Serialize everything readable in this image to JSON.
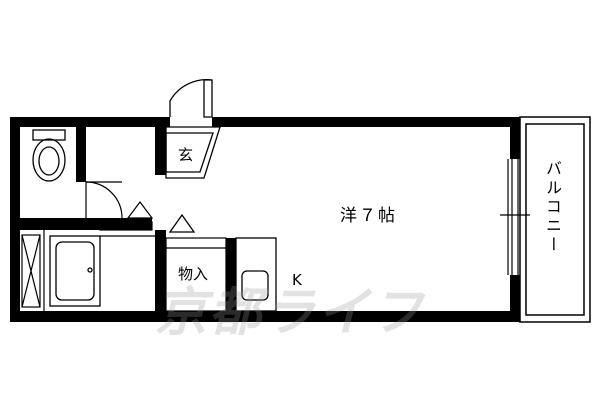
{
  "labels": {
    "room": "洋７帖",
    "entrance": "玄",
    "storage": "物入",
    "kitchen": "K",
    "balcony": "バルコニー"
  },
  "watermark": "京都ライフ",
  "colors": {
    "wall": "#000000",
    "line": "#333333",
    "watermark": "#969696"
  }
}
